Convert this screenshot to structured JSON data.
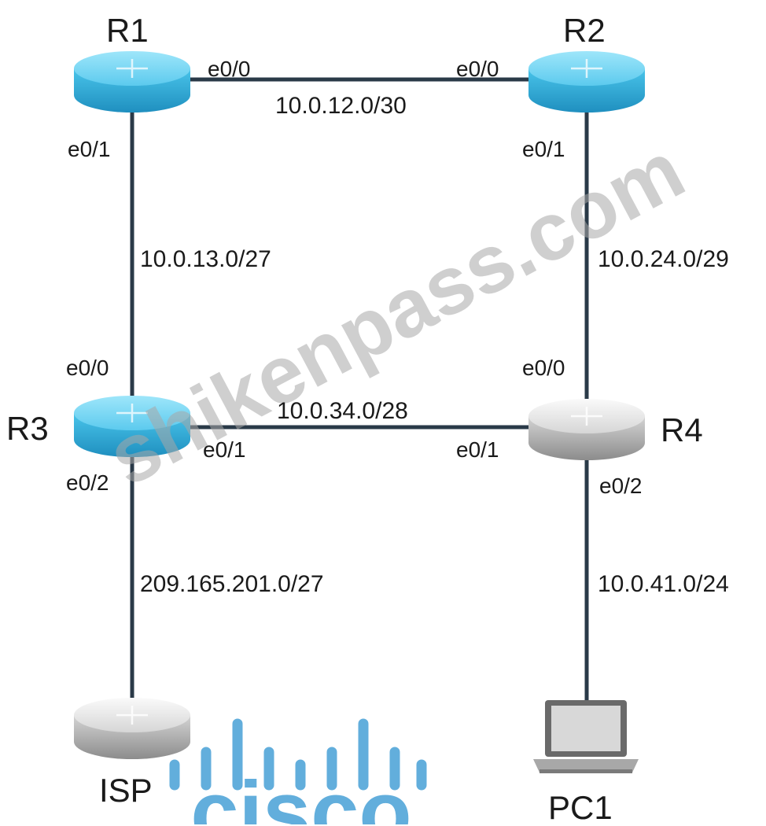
{
  "devices": {
    "r1": "R1",
    "r2": "R2",
    "r3": "R3",
    "r4": "R4",
    "isp": "ISP",
    "pc1": "PC1"
  },
  "ports": {
    "r1_e00": "e0/0",
    "r1_e01": "e0/1",
    "r2_e00": "e0/0",
    "r2_e01": "e0/1",
    "r3_e00": "e0/0",
    "r3_e01": "e0/1",
    "r3_e02": "e0/2",
    "r4_e00": "e0/0",
    "r4_e01": "e0/1",
    "r4_e02": "e0/2"
  },
  "links": {
    "r1_r2": "10.0.12.0/30",
    "r1_r3": "10.0.13.0/27",
    "r2_r4": "10.0.24.0/29",
    "r3_r4": "10.0.34.0/28",
    "r3_isp": "209.165.201.0/27",
    "r4_pc1": "10.0.41.0/24"
  },
  "watermark": "shikenpass.com",
  "logo": "cisco",
  "colors": {
    "router_blue": "#3ab0d8",
    "router_gray": "#b8b8b8",
    "line": "#2a3a48",
    "cisco_blue": "#3c9ad4"
  }
}
